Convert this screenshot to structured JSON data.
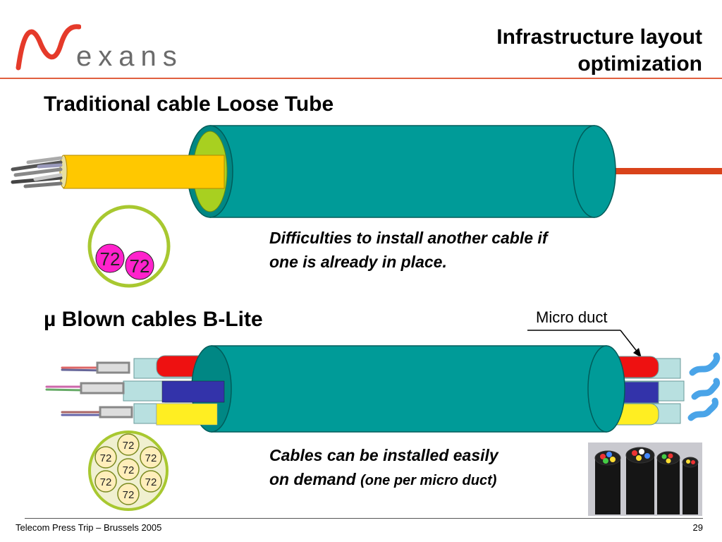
{
  "logo": {
    "text": "exans",
    "icon": "nexans-n-logo-icon"
  },
  "title_lines": [
    "Infrastructure layout",
    "optimization"
  ],
  "sections": {
    "traditional": {
      "heading": "Traditional cable Loose Tube",
      "description_lines": [
        "Difficulties to install another cable if",
        "one is already in place."
      ],
      "tube_labels": [
        "72",
        "72"
      ]
    },
    "blown": {
      "heading": "µ Blown cables B-Lite",
      "description_line1": "Cables can be installed easily",
      "description_line2_main": "on demand",
      "description_line2_note": "(one per micro duct)",
      "callout": "Micro duct",
      "tube_labels": [
        "72",
        "72",
        "72",
        "72",
        "72",
        "72",
        "72"
      ]
    }
  },
  "footer": {
    "left": "Telecom Press Trip – Brussels 2005",
    "page": "29"
  },
  "colors": {
    "teal": "#009b98",
    "yellow": "#ffc800",
    "green": "#a8d020",
    "magenta": "#ff22cc",
    "red": "#ee1111",
    "blue": "#3333aa",
    "accent": "#e0603f",
    "cable_orange": "#d9431a"
  }
}
